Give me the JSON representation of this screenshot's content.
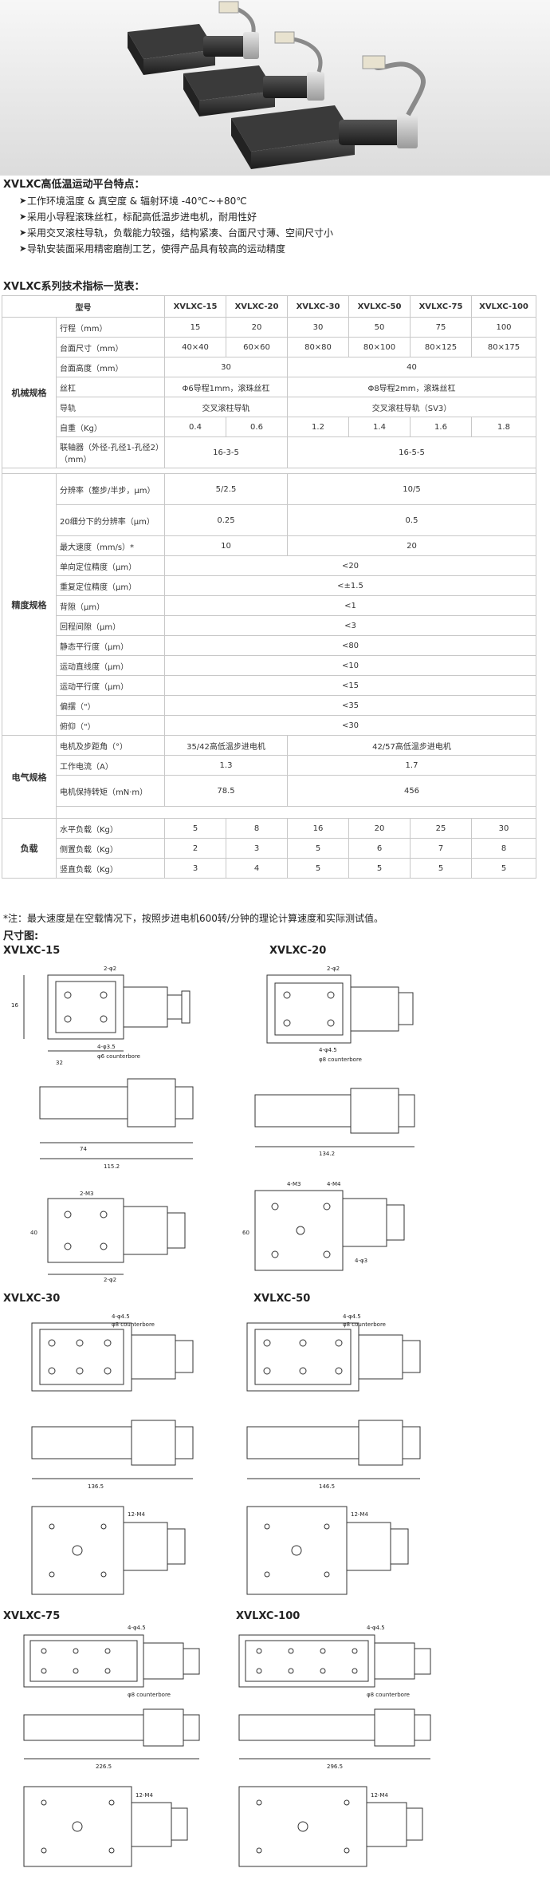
{
  "features": {
    "title": "XVLXC高低温运动平台特点：",
    "items": [
      "工作环境温度 & 真空度 & 辐射环境 -40℃~+80℃",
      "采用小导程滚珠丝杠，标配高低温步进电机，耐用性好",
      "采用交叉滚柱导轨，负载能力较强，结构紧凑、台面尺寸薄、空间尺寸小",
      "导轨安装面采用精密磨削工艺，使得产品具有较高的运动精度"
    ]
  },
  "specs": {
    "title": "XVLXC系列技术指标一览表：",
    "header": [
      "型号",
      "XVLXC-15",
      "XVLXC-20",
      "XVLXC-30",
      "XVLXC-50",
      "XVLXC-75",
      "XVLXC-100"
    ],
    "groups": {
      "mech": "机械规格",
      "prec": "精度规格",
      "elec": "电气规格",
      "load": "负载"
    },
    "rows": {
      "travel": {
        "label": "行程（mm）",
        "v": [
          "15",
          "20",
          "30",
          "50",
          "75",
          "100"
        ]
      },
      "table_size": {
        "label": "台面尺寸（mm）",
        "v": [
          "40×40",
          "60×60",
          "80×80",
          "80×100",
          "80×125",
          "80×175"
        ]
      },
      "table_height": {
        "label": "台面高度（mm）",
        "v": [
          "30",
          "40"
        ]
      },
      "screw": {
        "label": "丝杠",
        "v": [
          "Φ6导程1mm，滚珠丝杠",
          "Φ8导程2mm，滚珠丝杠"
        ]
      },
      "guide": {
        "label": "导轨",
        "v": [
          "交叉滚柱导轨",
          "交叉滚柱导轨（SV3）"
        ]
      },
      "weight": {
        "label": "自重（Kg）",
        "v": [
          "0.4",
          "0.6",
          "1.2",
          "1.4",
          "1.6",
          "1.8"
        ]
      },
      "coupling": {
        "label": "联轴器（外径-孔径1-孔径2）（mm）",
        "v": [
          "16-3-5",
          "16-5-5"
        ]
      },
      "resolution": {
        "label": "分辨率（整步/半步，μm）",
        "v": [
          "5/2.5",
          "10/5"
        ]
      },
      "resolution20": {
        "label": "20细分下的分辨率（μm）",
        "v": [
          "0.25",
          "0.5"
        ]
      },
      "max_speed": {
        "label": "最大速度（mm/s）*",
        "v": [
          "10",
          "20"
        ]
      },
      "uni_repeat": {
        "label": "单向定位精度（μm）",
        "v": "<20"
      },
      "repeat": {
        "label": "重复定位精度（μm）",
        "v": "<±1.5"
      },
      "backlash": {
        "label": "背隙（μm）",
        "v": "<1"
      },
      "lost_motion": {
        "label": "回程间隙（μm）",
        "v": "<3"
      },
      "parallel_static": {
        "label": "静态平行度（μm）",
        "v": "<80"
      },
      "straightness": {
        "label": "运动直线度（μm）",
        "v": "<10"
      },
      "parallel_motion": {
        "label": "运动平行度（μm）",
        "v": "<15"
      },
      "yaw": {
        "label": "偏摆（\"）",
        "v": "<35"
      },
      "pitch": {
        "label": "俯仰（\"）",
        "v": "<30"
      },
      "motor": {
        "label": "电机及步距角（°）",
        "v": [
          "35/42高低温步进电机",
          "42/57高低温步进电机"
        ]
      },
      "current": {
        "label": "工作电流（A）",
        "v": [
          "1.3",
          "1.7"
        ]
      },
      "torque": {
        "label": "电机保持转矩（mN·m）",
        "v": [
          "78.5",
          "456"
        ]
      },
      "load_h": {
        "label": "水平负载（Kg）",
        "v": [
          "5",
          "8",
          "16",
          "20",
          "25",
          "30"
        ]
      },
      "load_side": {
        "label": "侧置负载（Kg）",
        "v": [
          "2",
          "3",
          "5",
          "6",
          "7",
          "8"
        ]
      },
      "load_v": {
        "label": "竖直负载（Kg）",
        "v": [
          "3",
          "4",
          "5",
          "5",
          "5",
          "5"
        ]
      }
    }
  },
  "note": "*注：最大速度是在空载情况下，按照步进电机600转/分钟的理论计算速度和实际测试值。",
  "dims": {
    "title": "尺寸图:",
    "models": [
      "XVLXC-15",
      "XVLXC-20",
      "XVLXC-30",
      "XVLXC-50",
      "XVLXC-75",
      "XVLXC-100"
    ],
    "annotations": {
      "m15": {
        "a": "2-φ2",
        "b": "4-φ3.5",
        "c": "φ6 counterbore",
        "d": "74",
        "e": "115.2",
        "f": "2-M3",
        "g": "40",
        "h": "32",
        "i": "16",
        "j": "2-φ2"
      },
      "m20": {
        "a": "2-φ2",
        "b": "4-φ4.5",
        "c": "φ8 counterbore",
        "d": "134.2",
        "e": "4-M3",
        "f": "4-M4",
        "g": "60",
        "h": "4-φ3"
      },
      "m30": {
        "a": "4-φ4.5",
        "b": "φ8 counterbore",
        "c": "136.5",
        "d": "12-M4"
      },
      "m50": {
        "a": "4-φ4.5",
        "b": "φ8 counterbore",
        "c": "146.5",
        "d": "12-M4"
      },
      "m75": {
        "a": "4-φ4.5",
        "b": "φ8 counterbore",
        "c": "226.5",
        "d": "12-M4"
      },
      "m100": {
        "a": "4-φ4.5",
        "b": "φ8 counterbore",
        "c": "296.5",
        "d": "12-M4"
      }
    }
  }
}
